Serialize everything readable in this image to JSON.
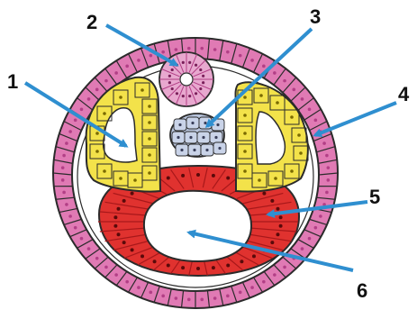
{
  "diagram": {
    "labels": [
      {
        "id": "1",
        "text": "1"
      },
      {
        "id": "2",
        "text": "2"
      },
      {
        "id": "3",
        "text": "3"
      },
      {
        "id": "4",
        "text": "4"
      },
      {
        "id": "5",
        "text": "5"
      },
      {
        "id": "6",
        "text": "6"
      }
    ],
    "colors": {
      "ectoderm": "#e07ab4",
      "ectoderm_dark": "#b23f86",
      "neural_tube": "#e8a8cf",
      "notochord": "#b8c4dc",
      "somite": "#f3e24a",
      "endoderm": "#e0322f",
      "endoderm_dark": "#a8181a",
      "lumen": "#ffffff",
      "arrow": "#2f8fd0",
      "outline": "#2b2b2b"
    }
  }
}
